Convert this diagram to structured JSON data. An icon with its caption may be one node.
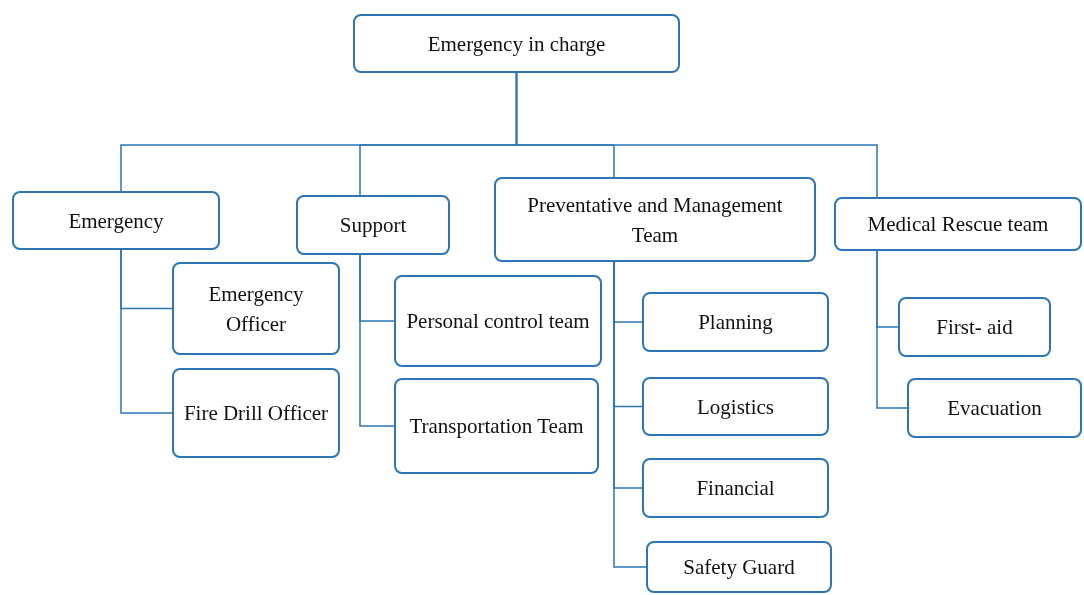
{
  "diagram": {
    "nodes": [
      {
        "text": [
          "Emergency in charge"
        ]
      },
      {
        "text": [
          "Emergency"
        ]
      },
      {
        "text": [
          "Support"
        ]
      },
      {
        "text": [
          "Preventative and Management Team"
        ]
      },
      {
        "text": [
          "Medical Rescue team"
        ]
      },
      {
        "text": [
          "Emergency Officer"
        ]
      },
      {
        "text": [
          "Fire Drill Officer"
        ]
      },
      {
        "text": [
          "Personal control team"
        ]
      },
      {
        "text": [
          "Transportation Team"
        ]
      },
      {
        "text": [
          "Planning"
        ]
      },
      {
        "text": [
          "Logistics"
        ]
      },
      {
        "text": [
          "Financial"
        ]
      },
      {
        "text": [
          "Safety Guard"
        ]
      },
      {
        "text": [
          "First- aid"
        ]
      },
      {
        "text": [
          "Evacuation"
        ]
      }
    ],
    "edges": [
      {
        "from": 0,
        "to": 1,
        "arrow": "none"
      },
      {
        "from": 0,
        "to": 2,
        "arrow": "none"
      },
      {
        "from": 0,
        "to": 3,
        "arrow": "none"
      },
      {
        "from": 0,
        "to": 4,
        "arrow": "none"
      },
      {
        "from": 1,
        "to": 5,
        "arrow": "none"
      },
      {
        "from": 1,
        "to": 6,
        "arrow": "none"
      },
      {
        "from": 2,
        "to": 7,
        "arrow": "none"
      },
      {
        "from": 2,
        "to": 8,
        "arrow": "none"
      },
      {
        "from": 3,
        "to": 9,
        "arrow": "none"
      },
      {
        "from": 3,
        "to": 10,
        "arrow": "none"
      },
      {
        "from": 3,
        "to": 11,
        "arrow": "none"
      },
      {
        "from": 3,
        "to": 12,
        "arrow": "none"
      },
      {
        "from": 4,
        "to": 13,
        "arrow": "none"
      },
      {
        "from": 4,
        "to": 14,
        "arrow": "none"
      }
    ]
  }
}
